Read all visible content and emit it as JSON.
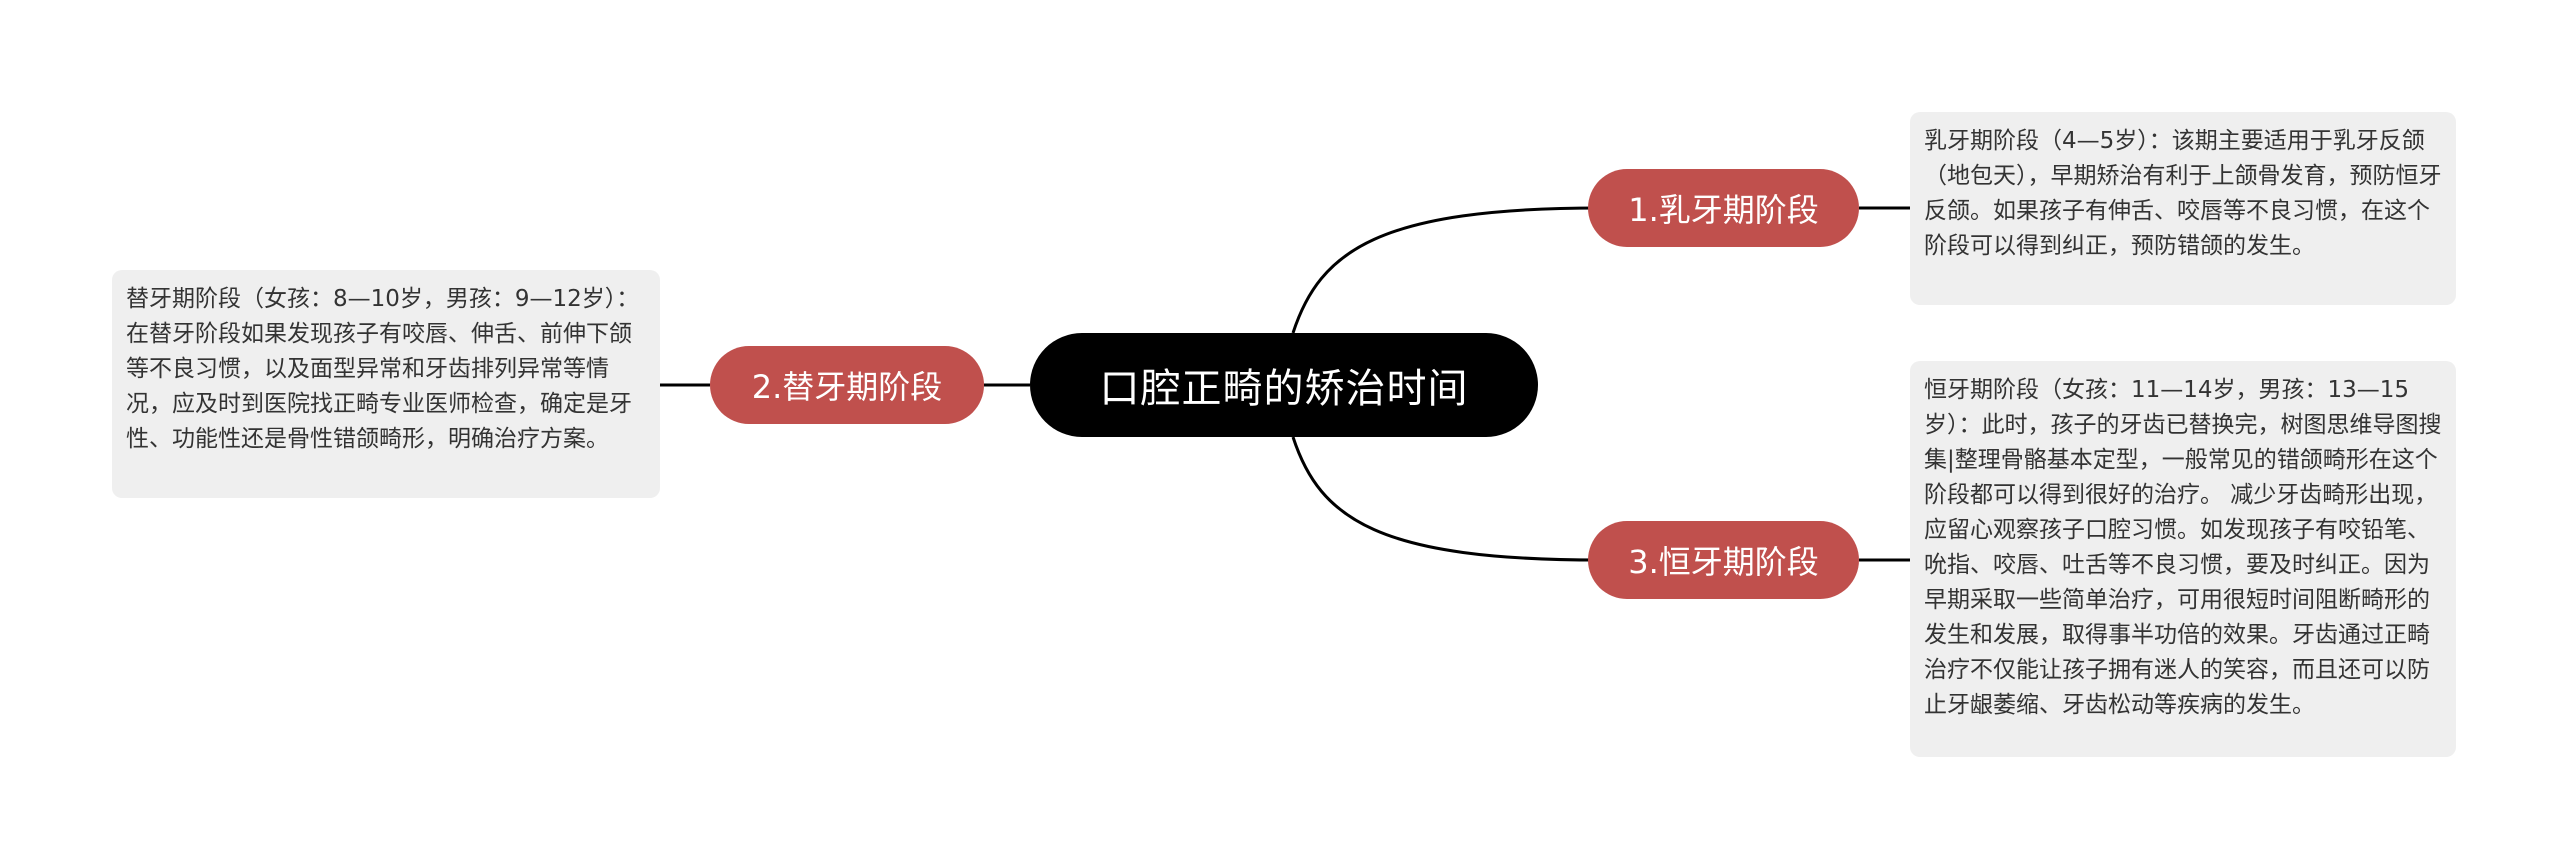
{
  "mindmap": {
    "root": {
      "label": "口腔正畸的矫治时间"
    },
    "branches": [
      {
        "label": "1.乳牙期阶段",
        "note": "乳牙期阶段（4—5岁）：该期主要适用于乳牙反颌（地包天），早期矫治有利于上颌骨发育，预防恒牙反颌。如果孩子有伸舌、咬唇等不良习惯，在这个阶段可以得到纠正，预防错颌的发生。"
      },
      {
        "label": "2.替牙期阶段",
        "note": "替牙期阶段（女孩：8—10岁，男孩：9—12岁）：在替牙阶段如果发现孩子有咬唇、伸舌、前伸下颌等不良习惯，以及面型异常和牙齿排列异常等情况，应及时到医院找正畸专业医师检查，确定是牙性、功能性还是骨性错颌畸形，明确治疗方案。"
      },
      {
        "label": "3.恒牙期阶段",
        "note": "恒牙期阶段（女孩：11—14岁，男孩：13—15岁）：此时，孩子的牙齿已替换完，树图思维导图搜集|整理骨骼基本定型，一般常见的错颌畸形在这个阶段都可以得到很好的治疗。 减少牙齿畸形出现，应留心观察孩子口腔习惯。如发现孩子有咬铅笔、吮指、咬唇、吐舌等不良习惯，要及时纠正。因为早期采取一些简单治疗，可用很短时间阻断畸形的发生和发展，取得事半功倍的效果。牙齿通过正畸治疗不仅能让孩子拥有迷人的笑容，而且还可以防止牙龈萎缩、牙齿松动等疾病的发生。"
      }
    ]
  },
  "colors": {
    "root_bg": "#000000",
    "branch_bg": "#c0504d",
    "note_bg": "#efefef",
    "line": "#000000"
  }
}
